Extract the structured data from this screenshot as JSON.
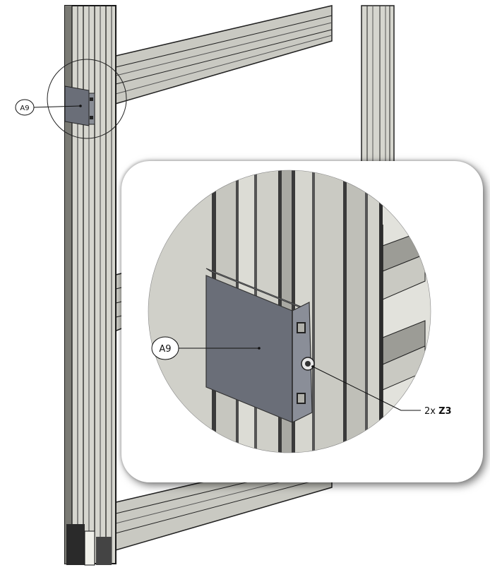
{
  "overview": {
    "callout_label": "A9"
  },
  "detail": {
    "part_label": "A9",
    "fastener_qty": "2x",
    "fastener_code": "Z3"
  },
  "colors": {
    "profile_light": "#d4d4cd",
    "profile_mid": "#9c9c96",
    "profile_dark": "#3a3a3a",
    "bracket": "#6a6e78",
    "bracket_edge": "#4a4d55"
  }
}
